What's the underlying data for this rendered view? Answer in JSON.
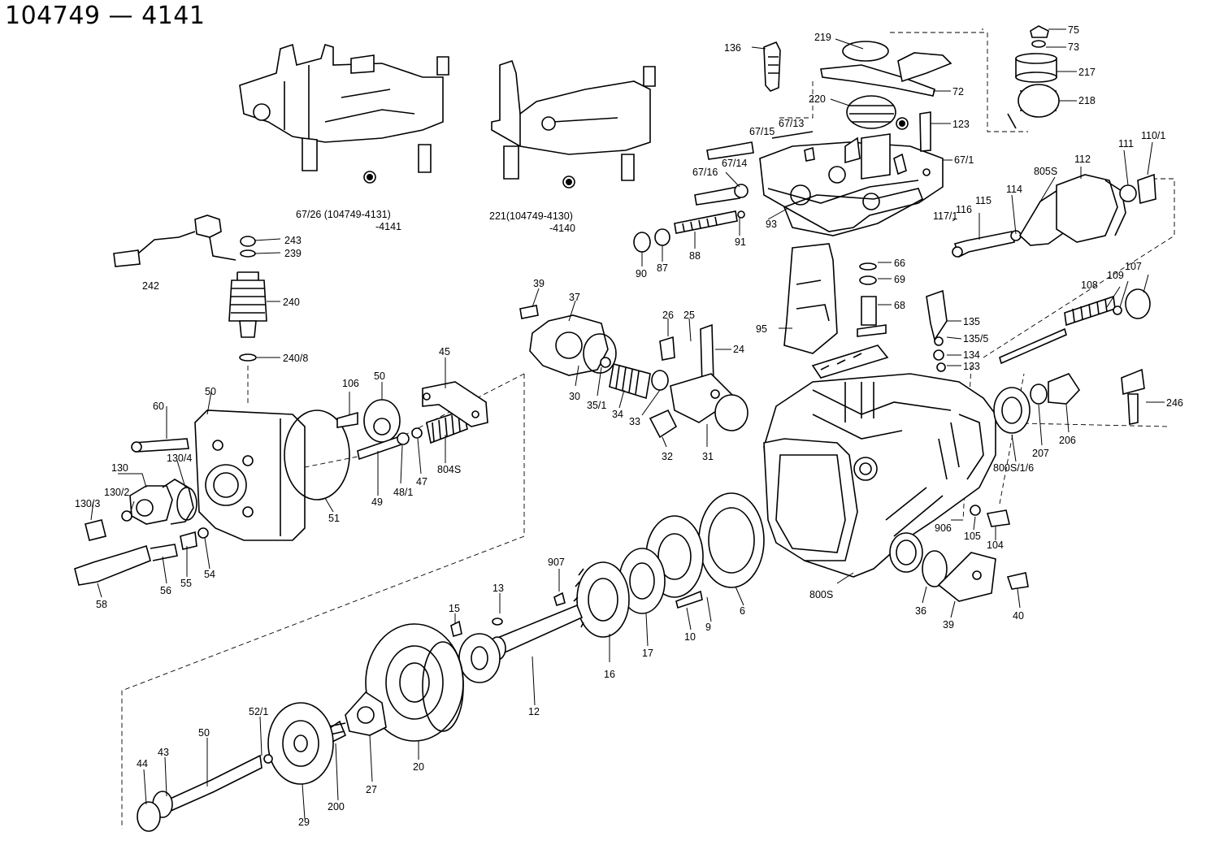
{
  "title": "104749 — 4141",
  "subassembly_labels": {
    "left": [
      "67/26 (104749-4131)",
      "-4141"
    ],
    "middle": [
      "221(104749-4130)",
      "-4140"
    ]
  },
  "callouts": [
    "243",
    "239",
    "242",
    "240",
    "240/8",
    "60",
    "50",
    "106",
    "50",
    "45",
    "130",
    "130/4",
    "130/2",
    "130/3",
    "51",
    "49",
    "48/1",
    "47",
    "804S",
    "58",
    "56",
    "55",
    "54",
    "39",
    "37",
    "26",
    "25",
    "24",
    "30",
    "35/1",
    "34",
    "33",
    "32",
    "31",
    "136",
    "219",
    "72",
    "220",
    "123",
    "75",
    "73",
    "217",
    "218",
    "67/15",
    "67/13",
    "67/16",
    "67/14",
    "67/1",
    "93",
    "90",
    "87",
    "88",
    "91",
    "95",
    "66",
    "69",
    "68",
    "117/1",
    "116",
    "115",
    "114",
    "805S",
    "112",
    "111",
    "110/1",
    "135",
    "135/5",
    "134",
    "133",
    "108",
    "109",
    "107",
    "246",
    "800S/1/6",
    "207",
    "206",
    "906",
    "105",
    "104",
    "800S",
    "36",
    "39",
    "40",
    "907",
    "13",
    "15",
    "16",
    "17",
    "10",
    "9",
    "6",
    "12",
    "20",
    "27",
    "200",
    "29",
    "52/1",
    "50",
    "44",
    "43"
  ],
  "colors": {
    "ink": "#000000",
    "paper": "#ffffff"
  }
}
